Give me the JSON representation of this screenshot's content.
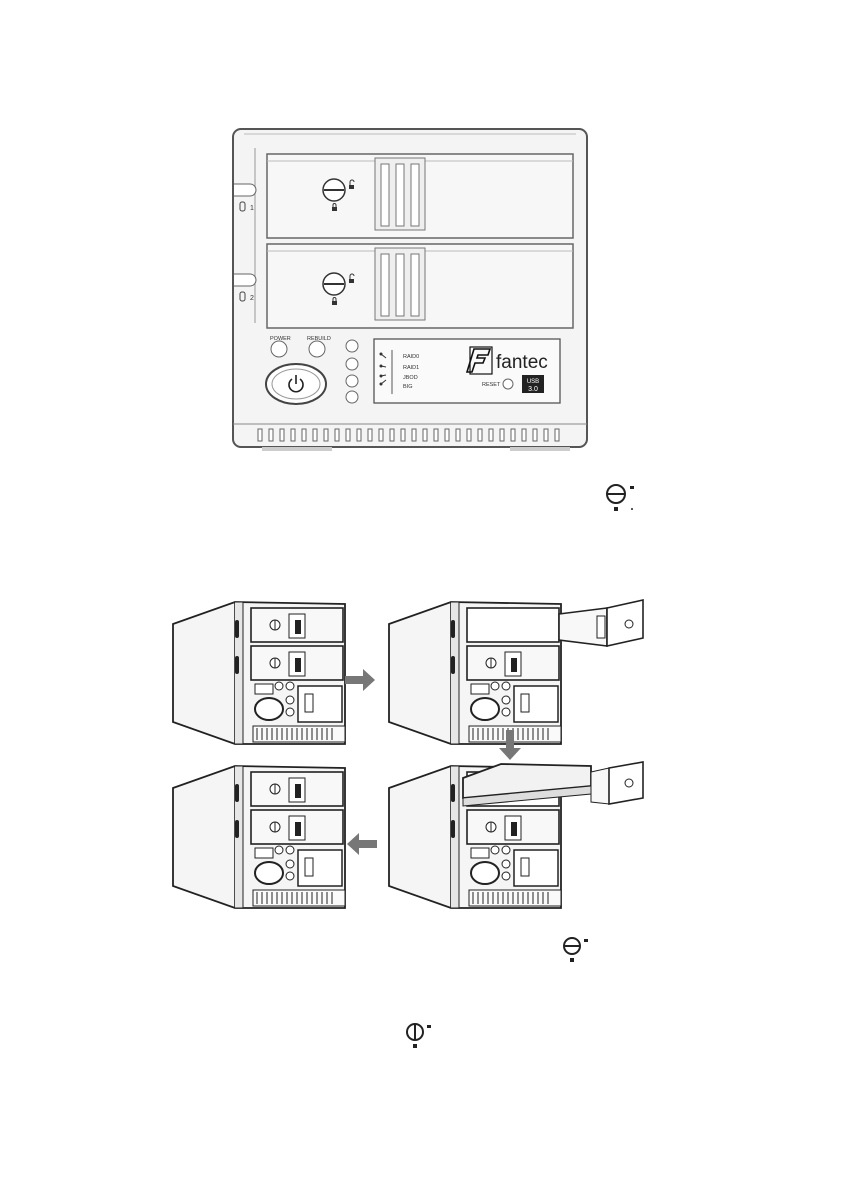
{
  "front_panel": {
    "bay_labels": [
      "1",
      "2"
    ],
    "buttons": {
      "power": "POWER",
      "rebuild": "REBUILD",
      "reset": "RESET"
    },
    "modes": [
      "RAID0",
      "RAID1",
      "JBOD",
      "BIG"
    ],
    "brand": "fantec",
    "usb_badge": {
      "line1": "USB",
      "line2": "3.0"
    }
  },
  "icons": {
    "lock_closed": "lock-closed-icon",
    "lock_open": "lock-open-icon",
    "arrow": "arrow-icon"
  },
  "colors": {
    "line": "#444444",
    "panel": "#f4f4f4",
    "arrow": "#777777"
  }
}
